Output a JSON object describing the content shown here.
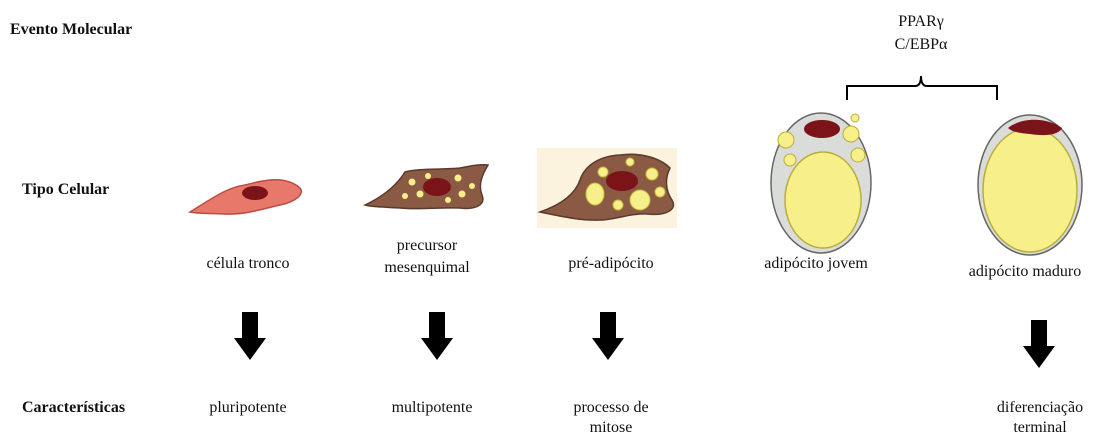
{
  "rows": {
    "molecular_event": "Evento Molecular",
    "cell_type": "Tipo Celular",
    "characteristics": "Características"
  },
  "factors": {
    "line1": "PPARγ",
    "line2": "C/EBPα"
  },
  "stages": [
    {
      "name": "célula tronco",
      "trait": "pluripotente"
    },
    {
      "name_line1": "precursor",
      "name_line2": "mesenquimal",
      "trait": "multipotente"
    },
    {
      "name": "pré-adipócito",
      "trait_line1": "processo de",
      "trait_line2": "mitose"
    },
    {
      "name": "adipócito jovem"
    },
    {
      "name": "adipócito maduro",
      "trait_line1": "diferenciação",
      "trait_line2": "terminal"
    }
  ],
  "colors": {
    "stem_cell": "#e8786a",
    "cell_body": "#8a5a44",
    "nucleus": "#7a1418",
    "lipid": "#f7f08a",
    "adipocyte_membrane": "#d9dcd9",
    "arrow": "#000000"
  }
}
